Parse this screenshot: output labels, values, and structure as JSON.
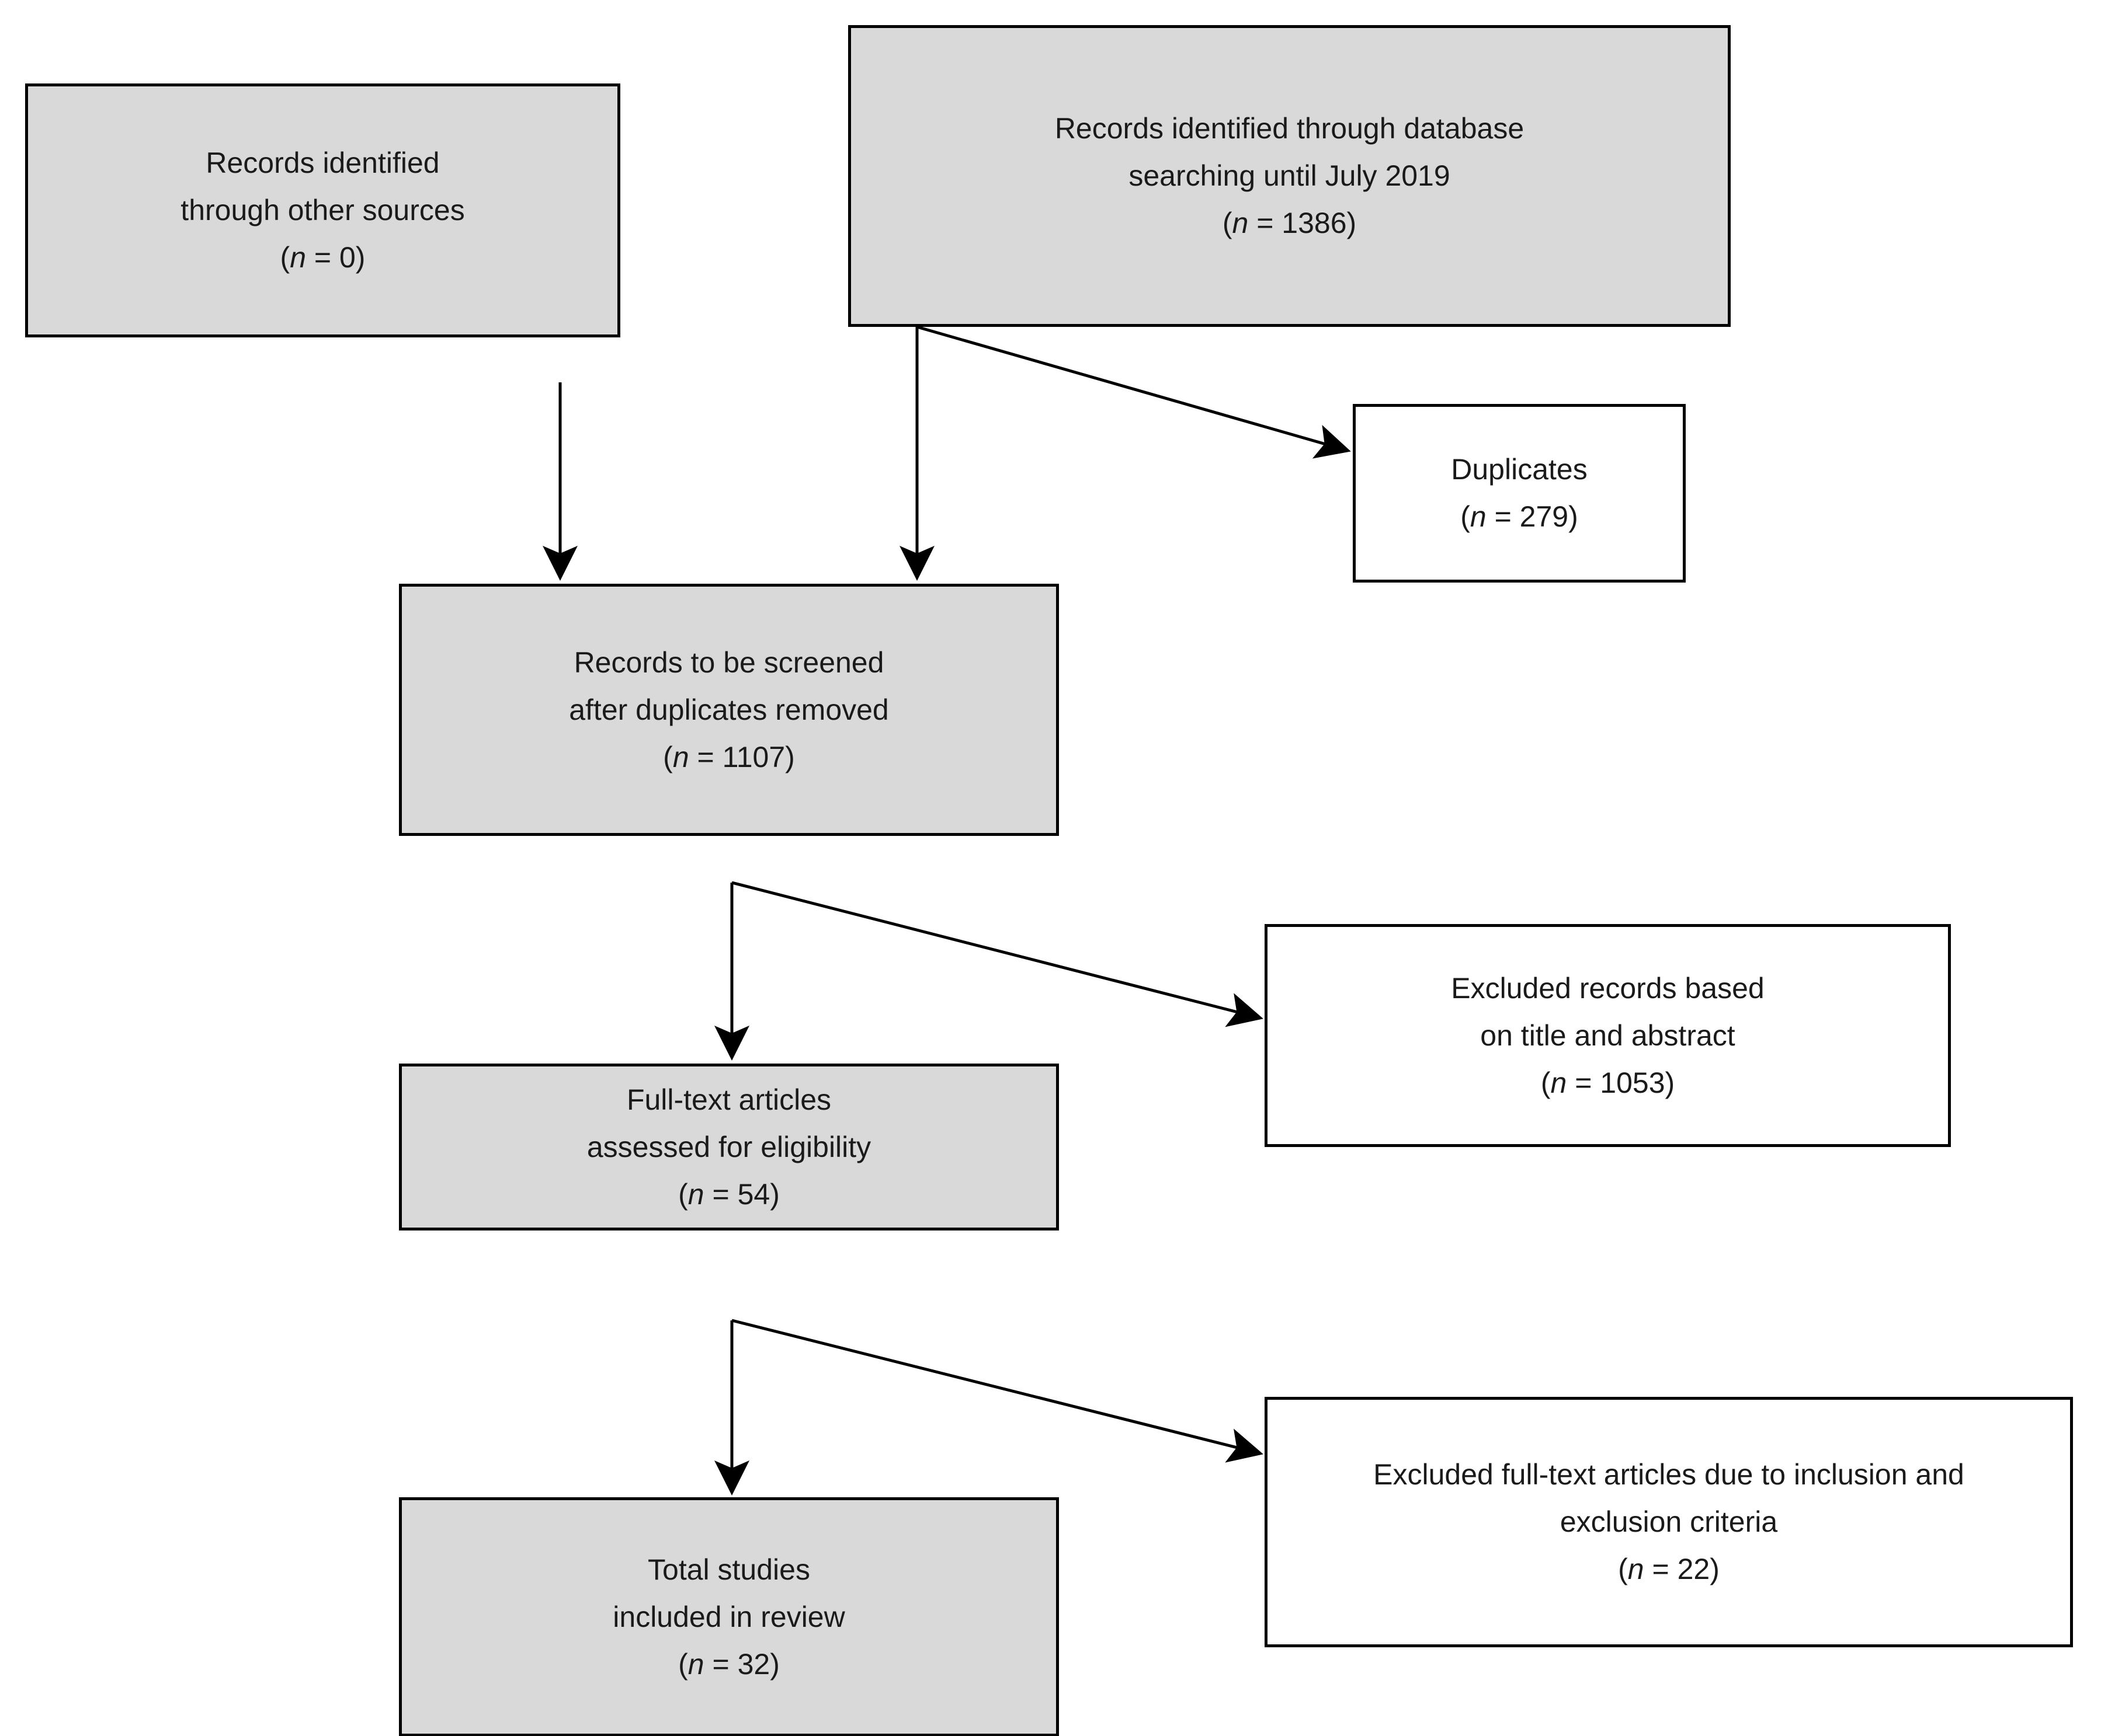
{
  "diagram": {
    "type": "prisma-flow-diagram",
    "colors": {
      "shaded_box_fill": "#d9d9d9",
      "plain_box_fill": "#ffffff",
      "border": "#000000",
      "text": "#1a1a1a",
      "background": "#ffffff"
    },
    "nodes": {
      "other_sources": {
        "line1": "Records identified",
        "line2": "through other sources",
        "count_prefix": "(",
        "count_n": "n",
        "count_eq": " = ",
        "count_value": "0",
        "count_suffix": ")",
        "count_full": "(n = 0)"
      },
      "database_search": {
        "line1": "Records identified through database",
        "line2": "searching until July 2019",
        "count_n": "n",
        "count_value": "1386",
        "count_full": "(n = 1386)"
      },
      "duplicates": {
        "line1": "Duplicates",
        "count_n": "n",
        "count_value": "279",
        "count_full": "(n = 279)"
      },
      "screened": {
        "line1": "Records to be screened",
        "line2": "after duplicates removed",
        "count_n": "n",
        "count_value": "1107",
        "count_full": "(n = 1107)"
      },
      "excluded_title_abstract": {
        "line1": "Excluded records based",
        "line2": "on title and abstract",
        "count_n": "n",
        "count_value": "1053",
        "count_full": "(n = 1053)"
      },
      "full_text": {
        "line1": "Full-text articles",
        "line2": "assessed for eligibility",
        "count_n": "n",
        "count_value": "54",
        "count_full": "(n = 54)"
      },
      "excluded_full_text": {
        "line1": "Excluded full-text articles due to inclusion and",
        "line2": "exclusion criteria",
        "count_n": "n",
        "count_value": "22",
        "count_full": "(n = 22)"
      },
      "total_studies": {
        "line1": "Total studies",
        "line2": "included in review",
        "count_n": "n",
        "count_value": "32",
        "count_full": "(n = 32)"
      }
    }
  }
}
